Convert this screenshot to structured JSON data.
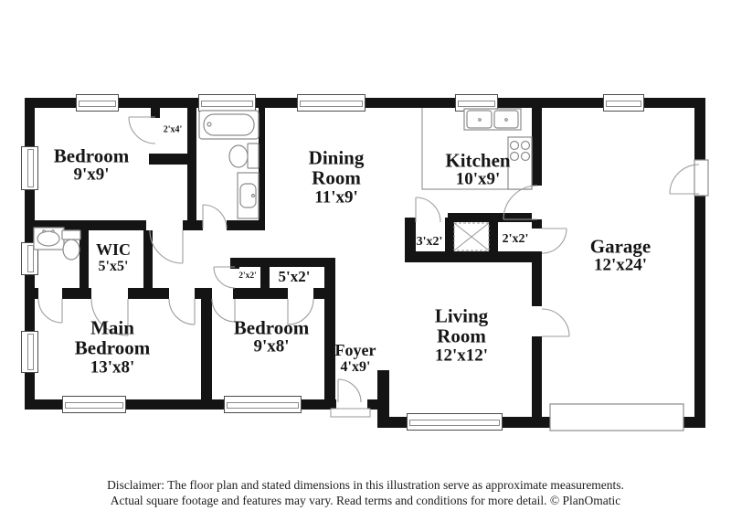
{
  "rooms": {
    "bedroom1": {
      "name": "Bedroom",
      "dims": "9'x9'"
    },
    "dining": {
      "line1": "Dining",
      "line2": "Room",
      "dims": "11'x9'"
    },
    "kitchen": {
      "name": "Kitchen",
      "dims": "10'x9'"
    },
    "garage": {
      "name": "Garage",
      "dims": "12'x24'"
    },
    "wic": {
      "name": "WIC",
      "dims": "5'x5'"
    },
    "main_bedroom": {
      "line1": "Main",
      "line2": "Bedroom",
      "dims": "13'x8'"
    },
    "bedroom2": {
      "name": "Bedroom",
      "dims": "9'x8'"
    },
    "foyer": {
      "name": "Foyer",
      "dims": "4'x9'"
    },
    "living": {
      "line1": "Living",
      "line2": "Room",
      "dims": "12'x12'"
    }
  },
  "closets": {
    "c2x4": "2'x4'",
    "c2x2_left": "2'x2'",
    "c5x2": "5'x2'",
    "c3x2": "3'x2'",
    "c2x2_right": "2'x2'"
  },
  "disclaimer": {
    "line1": "Disclaimer: The floor plan and stated dimensions in this illustration serve as approximate measurements.",
    "line2": "Actual square footage and features may vary. Read terms and conditions for more detail. © PlanOmatic"
  }
}
